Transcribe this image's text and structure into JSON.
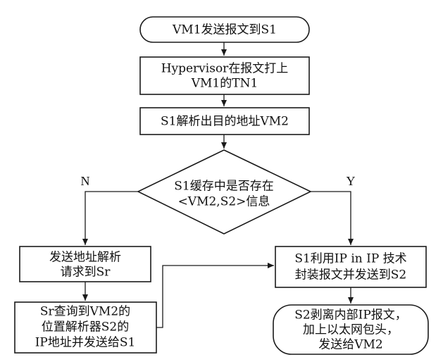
{
  "diagram": {
    "nodes": {
      "start": {
        "lines": [
          "VM1发送报文到S1"
        ]
      },
      "tag": {
        "lines": [
          "Hypervisor在报文打上",
          "VM1的TN1"
        ]
      },
      "parse": {
        "lines": [
          "S1解析出目的地址VM2"
        ]
      },
      "decision": {
        "lines": [
          "S1缓存中是否存在",
          "<VM2,S2>信息"
        ]
      },
      "request": {
        "lines": [
          "发送地址解析",
          "请求到Sr"
        ]
      },
      "query": {
        "lines": [
          "Sr查询到VM2的",
          "位置解析器S2的",
          "IP地址并发送给S1"
        ]
      },
      "encap": {
        "lines": [
          "S1利用IP in IP 技术",
          "封装报文并发送到S2"
        ]
      },
      "end": {
        "lines": [
          "S2剥离内部IP报文，",
          "加上以太网包头，",
          "发送给VM2"
        ]
      }
    },
    "branches": {
      "no": "N",
      "yes": "Y"
    }
  }
}
